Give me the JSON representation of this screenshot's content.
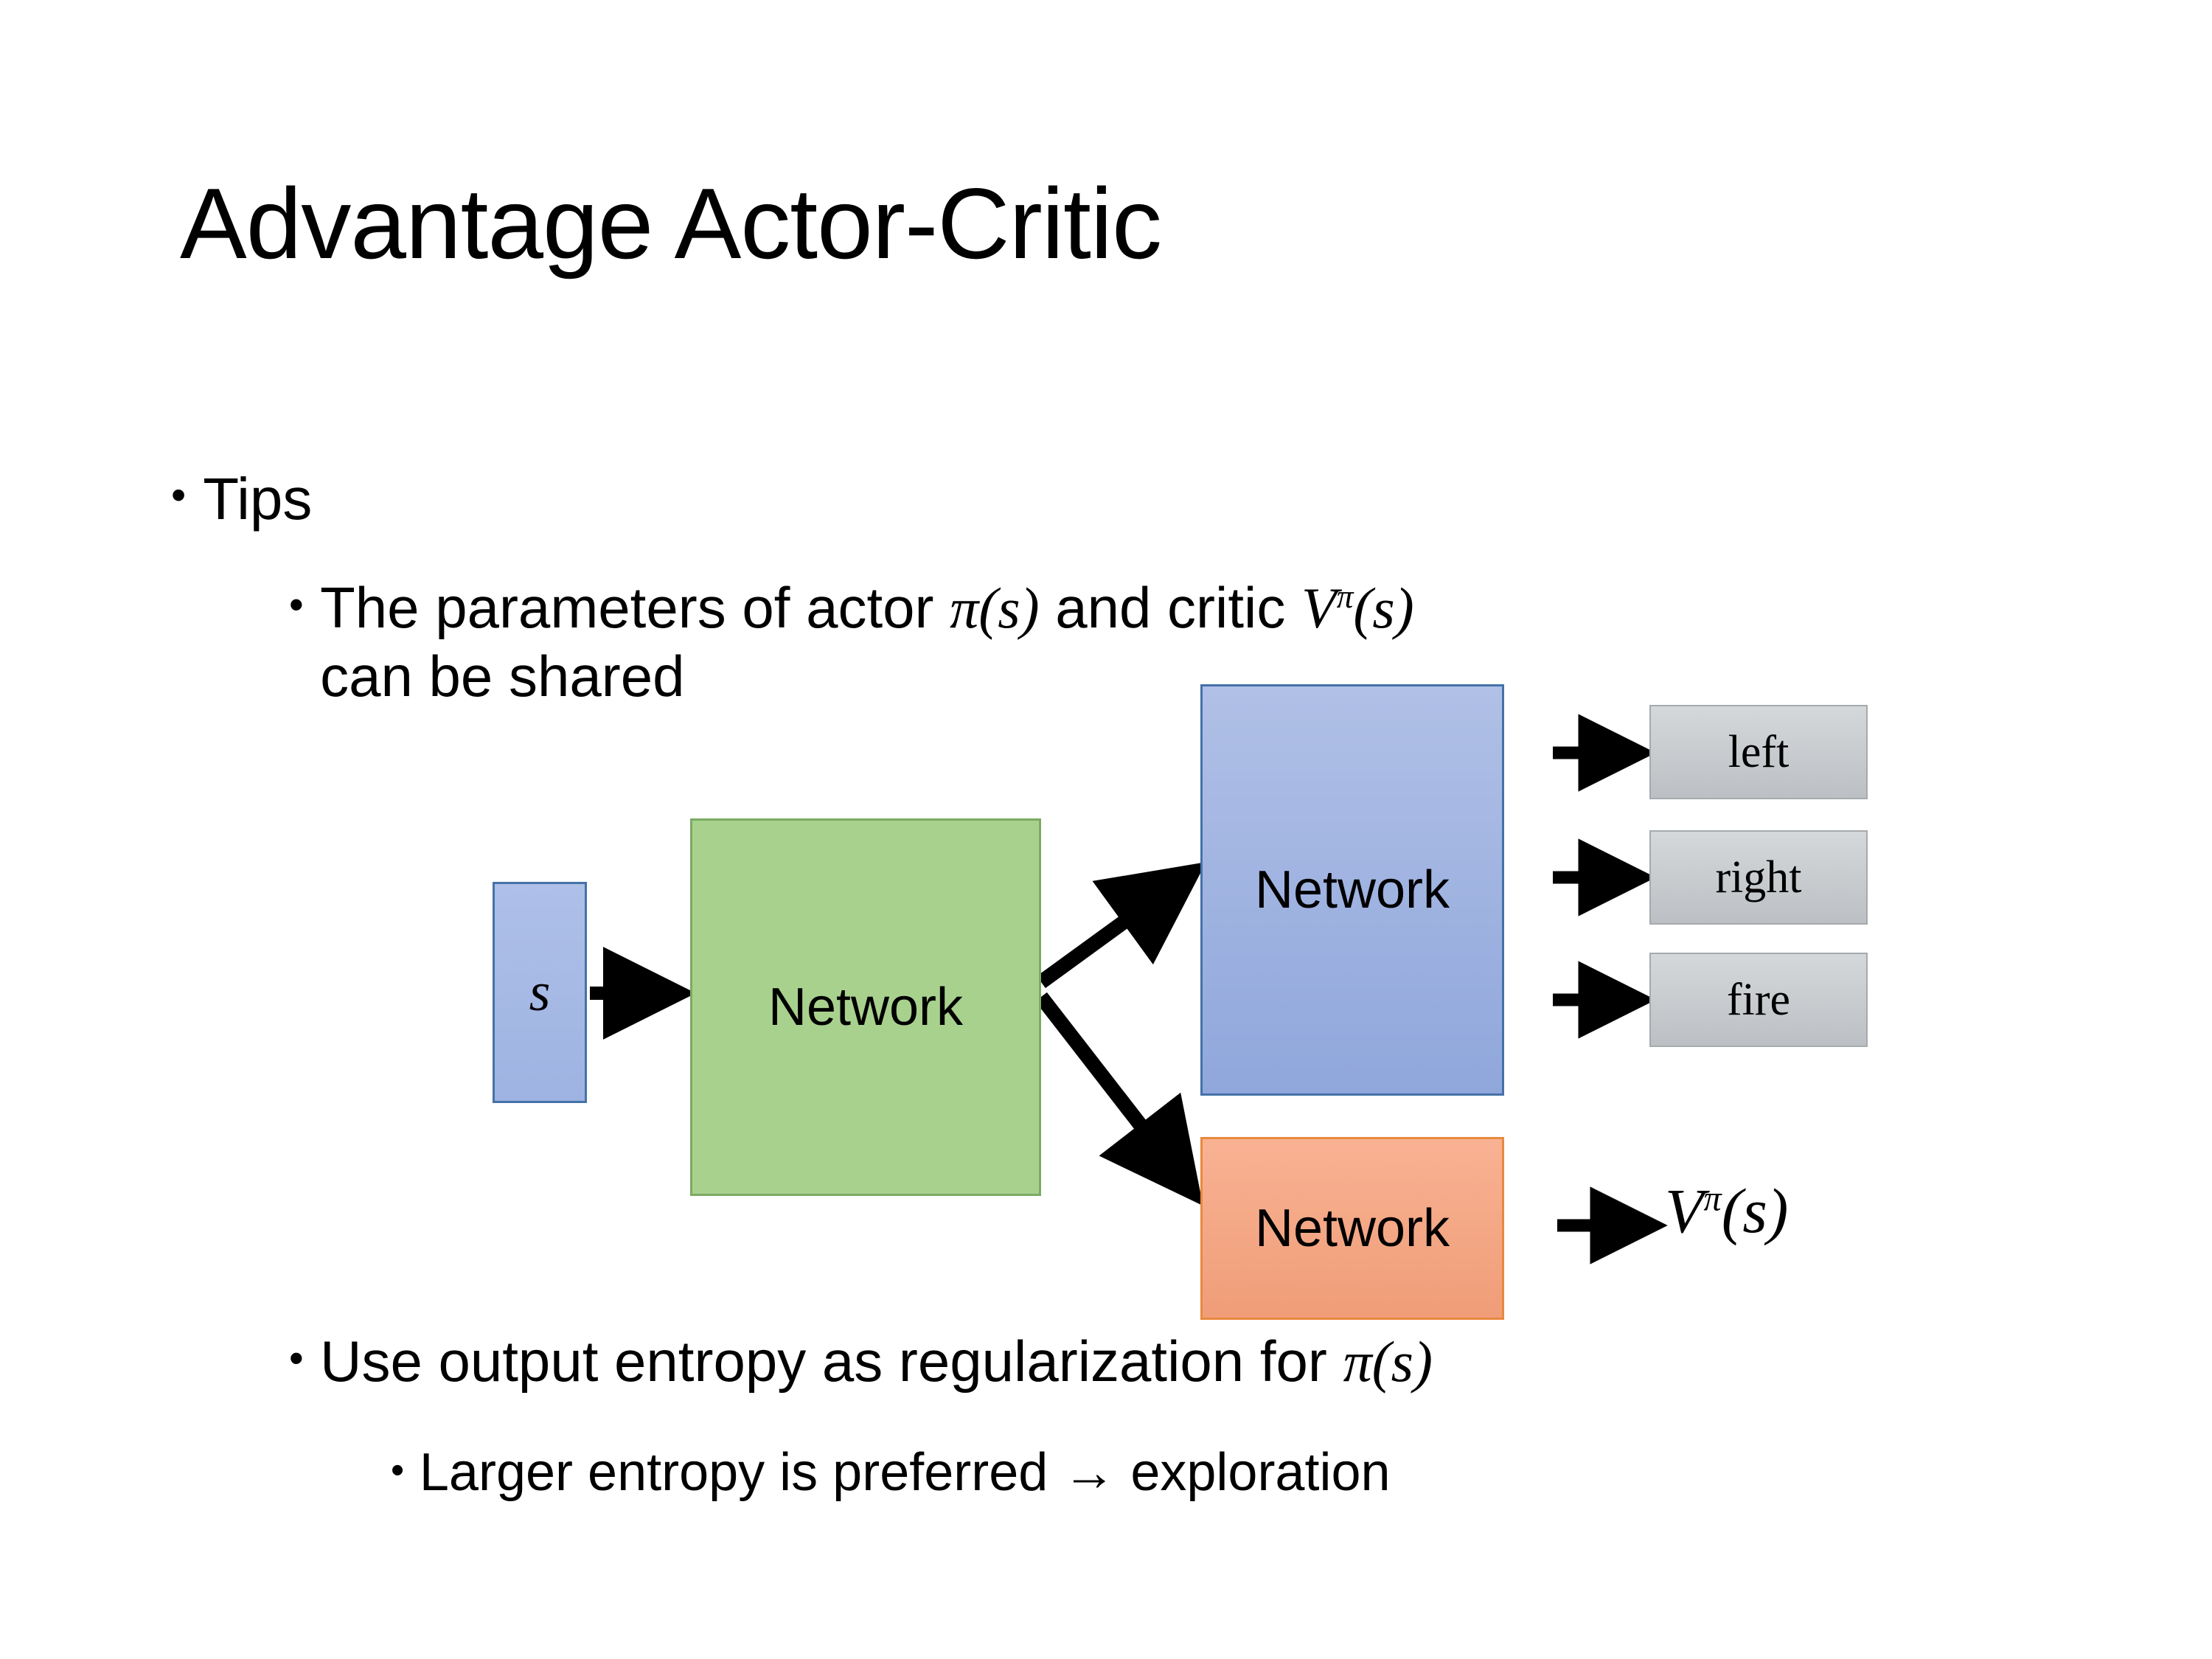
{
  "slide": {
    "title": "Advantage Actor-Critic",
    "bullet_glyph": "•"
  },
  "bullets": {
    "tips": "Tips",
    "params_pre": "The parameters of actor ",
    "params_math1_pi": "π",
    "params_math1_args": "(s)",
    "params_mid": "  and critic ",
    "params_math2_V": "V",
    "params_math2_sup": "π",
    "params_math2_args": "(s)",
    "params_line2": "can be shared",
    "entropy_pre": "Use output entropy as regularization for ",
    "entropy_math_pi": "π",
    "entropy_math_args": "(s)",
    "larger": "Larger entropy is preferred → exploration"
  },
  "diagram": {
    "input_label": "s",
    "shared_network_label": "Network",
    "actor_network_label": "Network",
    "critic_network_label": "Network",
    "actions": [
      {
        "label": "left"
      },
      {
        "label": "right"
      },
      {
        "label": "fire"
      }
    ],
    "critic_output_V": "V",
    "critic_output_sup": "π",
    "critic_output_args": "(s)",
    "colors": {
      "input_fill": "#a3b6e4",
      "input_border": "#4472a8",
      "shared_fill": "#a9d18e",
      "shared_border": "#7aab62",
      "actor_fill": "#9eb2e0",
      "actor_border": "#4472a8",
      "critic_fill": "#f4a582",
      "critic_border": "#e8893f",
      "action_fill": "#c6cace",
      "action_border": "#a6aaad",
      "arrow": "#000000",
      "text": "#000000",
      "background": "#ffffff"
    }
  }
}
